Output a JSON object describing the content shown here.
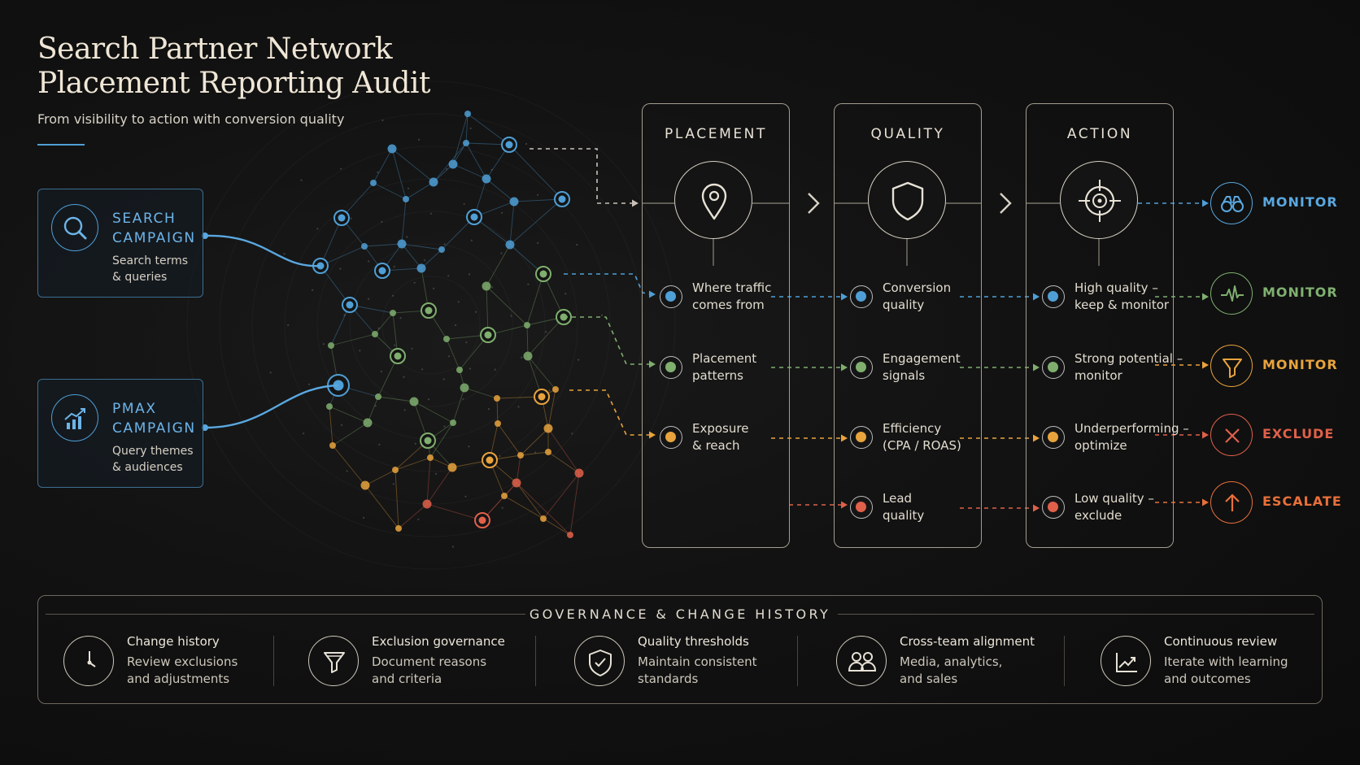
{
  "header": {
    "title_line1": "Search Partner Network",
    "title_line2": "Placement Reporting Audit",
    "subtitle": "From visibility to action with conversion quality"
  },
  "campaigns": [
    {
      "title_line1": "SEARCH",
      "title_line2": "CAMPAIGN",
      "desc_line1": "Search terms",
      "desc_line2": "& queries",
      "icon": "search-icon"
    },
    {
      "title_line1": "PMAX",
      "title_line2": "CAMPAIGN",
      "desc_line1": "Query themes",
      "desc_line2": "& audiences",
      "icon": "growth-chart-icon"
    }
  ],
  "columns": [
    {
      "heading": "PLACEMENT",
      "icon": "location-pin-icon",
      "items": [
        {
          "line1": "Where traffic",
          "line2": "comes from",
          "color": "#4f9fd6"
        },
        {
          "line1": "Placement",
          "line2": "patterns",
          "color": "#7fae6e"
        },
        {
          "line1": "Exposure",
          "line2": "& reach",
          "color": "#e8a33d"
        }
      ]
    },
    {
      "heading": "QUALITY",
      "icon": "shield-icon",
      "items": [
        {
          "line1": "Conversion",
          "line2": "quality",
          "color": "#4f9fd6"
        },
        {
          "line1": "Engagement",
          "line2": "signals",
          "color": "#7fae6e"
        },
        {
          "line1": "Efficiency",
          "line2": "(CPA / ROAS)",
          "color": "#e8a33d"
        },
        {
          "line1": "Lead",
          "line2": "quality",
          "color": "#e0604a"
        }
      ]
    },
    {
      "heading": "ACTION",
      "icon": "target-icon",
      "items": [
        {
          "line1": "High quality –",
          "line2": "keep & monitor",
          "color": "#4f9fd6"
        },
        {
          "line1": "Strong potential –",
          "line2": "monitor",
          "color": "#7fae6e"
        },
        {
          "line1": "Underperforming –",
          "line2": "optimize",
          "color": "#e8a33d"
        },
        {
          "line1": "Low quality –",
          "line2": "exclude",
          "color": "#e0604a"
        }
      ]
    }
  ],
  "outcomes": [
    {
      "label": "MONITOR",
      "icon": "binoculars-icon",
      "color": "#5aa8e0"
    },
    {
      "label": "MONITOR",
      "icon": "pulse-icon",
      "color": "#7fb070"
    },
    {
      "label": "MONITOR",
      "icon": "funnel-icon",
      "color": "#e8a33d"
    },
    {
      "label": "EXCLUDE",
      "icon": "close-icon",
      "color": "#e0604a"
    },
    {
      "label": "ESCALATE",
      "icon": "arrow-up-icon",
      "color": "#e8703a"
    }
  ],
  "governance": {
    "title": "GOVERNANCE & CHANGE HISTORY",
    "items": [
      {
        "title": "Change history",
        "line1": "Review exclusions",
        "line2": "and adjustments",
        "icon": "clock-icon"
      },
      {
        "title": "Exclusion governance",
        "line1": "Document reasons",
        "line2": "and criteria",
        "icon": "funnel-icon"
      },
      {
        "title": "Quality thresholds",
        "line1": "Maintain consistent",
        "line2": "standards",
        "icon": "shield-check-icon"
      },
      {
        "title": "Cross-team alignment",
        "line1": "Media, analytics,",
        "line2": "and sales",
        "icon": "team-icon"
      },
      {
        "title": "Continuous review",
        "line1": "Iterate with learning",
        "line2": "and outcomes",
        "icon": "trend-chart-icon"
      }
    ]
  }
}
